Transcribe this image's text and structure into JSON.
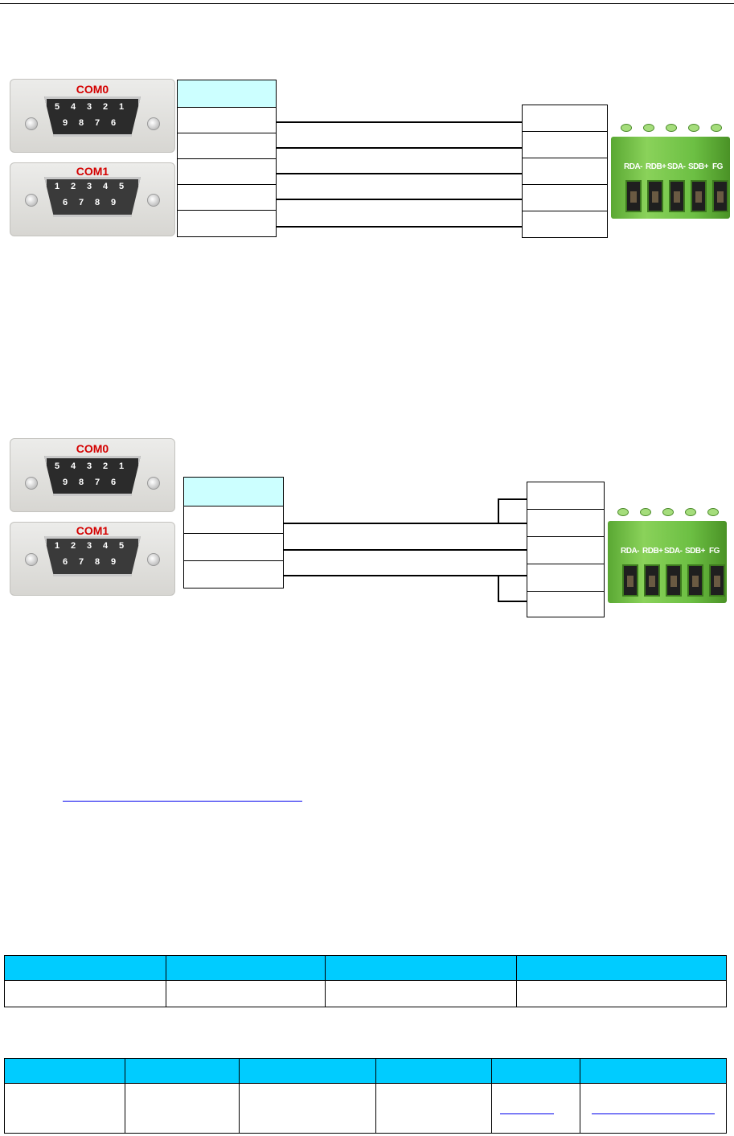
{
  "header": {
    "rule": true
  },
  "diagrams": [
    {
      "name": "diagram-1",
      "connector": {
        "com0_label": "COM0",
        "com1_label": "COM1",
        "com0_pins_top": [
          "5",
          "4",
          "3",
          "2",
          "1"
        ],
        "com0_pins_bottom": [
          "9",
          "8",
          "7",
          "6"
        ],
        "com1_pins_top": [
          "1",
          "2",
          "3",
          "4",
          "5"
        ],
        "com1_pins_bottom": [
          "6",
          "7",
          "8",
          "9"
        ]
      },
      "terminal_labels": [
        "RDA-",
        "RDB+",
        "SDA-",
        "SDB+",
        "FG"
      ]
    },
    {
      "name": "diagram-2",
      "connector": {
        "com0_label": "COM0",
        "com1_label": "COM1",
        "com0_pins_top": [
          "5",
          "4",
          "3",
          "2",
          "1"
        ],
        "com0_pins_bottom": [
          "9",
          "8",
          "7",
          "6"
        ],
        "com1_pins_top": [
          "1",
          "2",
          "3",
          "4",
          "5"
        ],
        "com1_pins_bottom": [
          "6",
          "7",
          "8",
          "9"
        ]
      },
      "terminal_labels": [
        "RDA-",
        "RDB+",
        "SDA-",
        "SDB+",
        "FG"
      ]
    }
  ],
  "colors": {
    "header_cell": "#ccffff",
    "table_header": "#00ccff",
    "link": "#0000ee",
    "com_label": "#d40000",
    "terminal": "#6cbf43"
  }
}
